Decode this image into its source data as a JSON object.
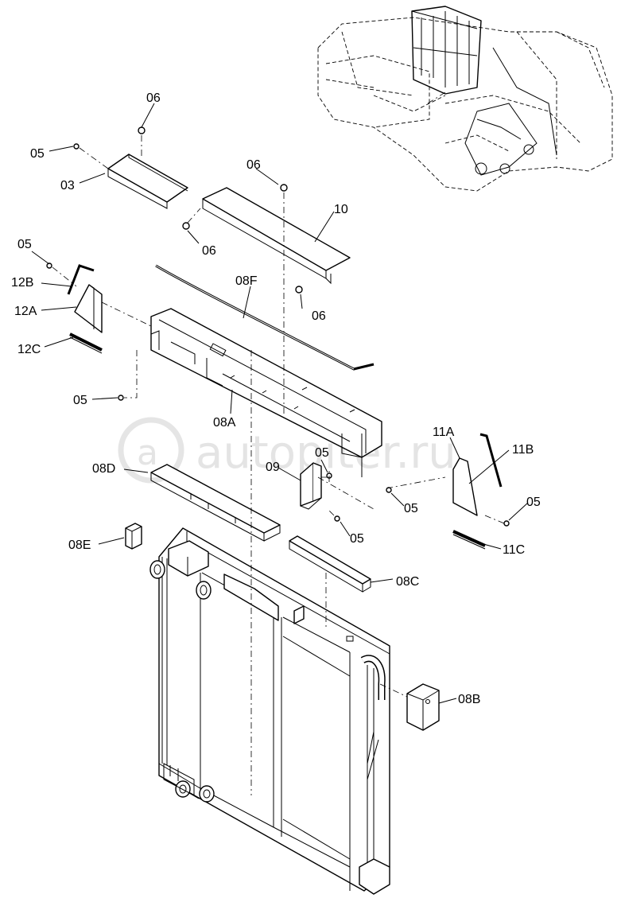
{
  "watermark": "autopiter.ru",
  "labels": {
    "p05a": "05",
    "p03": "03",
    "p06a": "06",
    "p06b": "06",
    "p06c": "06",
    "p06d": "06",
    "p10": "10",
    "p05b": "05",
    "p12b": "12B",
    "p12a": "12A",
    "p12c": "12C",
    "p08f": "08F",
    "p05c": "05",
    "p08a": "08A",
    "p11a": "11A",
    "p11b": "11B",
    "p08d": "08D",
    "p09": "09",
    "p05d": "05",
    "p05e": "05",
    "p05f": "05",
    "p05g": "05",
    "p08e": "08E",
    "p11c": "11C",
    "p08c": "08C",
    "p08b": "08B"
  }
}
